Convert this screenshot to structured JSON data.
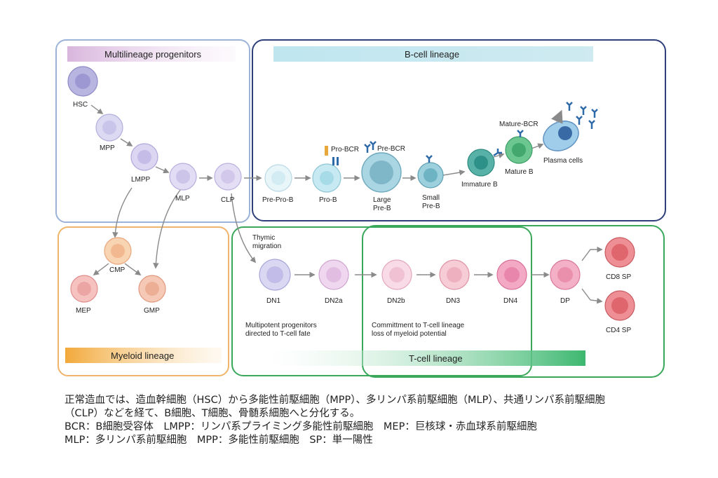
{
  "panels": {
    "multilineage": "Multilineage progenitors",
    "bcell": "B-cell lineage",
    "myeloid": "Myeloid lineage",
    "tcell": "T-cell lineage"
  },
  "cells": {
    "hsc": "HSC",
    "mpp": "MPP",
    "lmpp": "LMPP",
    "mlp": "MLP",
    "clp": "CLP",
    "prepro_b": "Pre-Pro-B",
    "pro_b": "Pro-B",
    "large_preb_1": "Large",
    "large_preb_2": "Pre-B",
    "small_preb_1": "Small",
    "small_preb_2": "Pre-B",
    "immature_b": "Immature B",
    "mature_b": "Mature B",
    "plasma": "Plasma cells",
    "cmp": "CMP",
    "mep": "MEP",
    "gmp": "GMP",
    "dn1": "DN1",
    "dn2a": "DN2a",
    "dn2b": "DN2b",
    "dn3": "DN3",
    "dn4": "DN4",
    "dp": "DP",
    "cd8": "CD8 SP",
    "cd4": "CD4 SP"
  },
  "receptors": {
    "pro_bcr": "Pro-BCR",
    "pre_bcr": "Pre-BCR",
    "mature_bcr": "Mature-BCR"
  },
  "notes": {
    "thymic_1": "Thymic",
    "thymic_2": "migration",
    "multipotent_1": "Multipotent progenitors",
    "multipotent_2": "directed to T-cell fate",
    "commitment_1": "Committment to T-cell lineage",
    "commitment_2": "loss of myeloid potential"
  },
  "caption": {
    "line1": "正常造血では、造血幹細胞（HSC）から多能性前駆細胞（MPP）、多リンパ系前駆細胞（MLP）、共通リンパ系前駆細胞",
    "line2": "（CLP）などを経て、B細胞、T細胞、骨髄系細胞へと分化する。",
    "line3": "BCR：B細胞受容体　LMPP：リンパ系プライミング多能性前駆細胞　MEP：巨核球・赤血球系前駆細胞",
    "line4": "MLP：多リンパ系前駆細胞　MPP：多能性前駆細胞　SP：単一陽性"
  },
  "colors": {
    "multilineage_border": "#9bb3d8",
    "bcell_border": "#2f3f7a",
    "myeloid_border": "#f0b46a",
    "tcell_border": "#3aa85a"
  }
}
